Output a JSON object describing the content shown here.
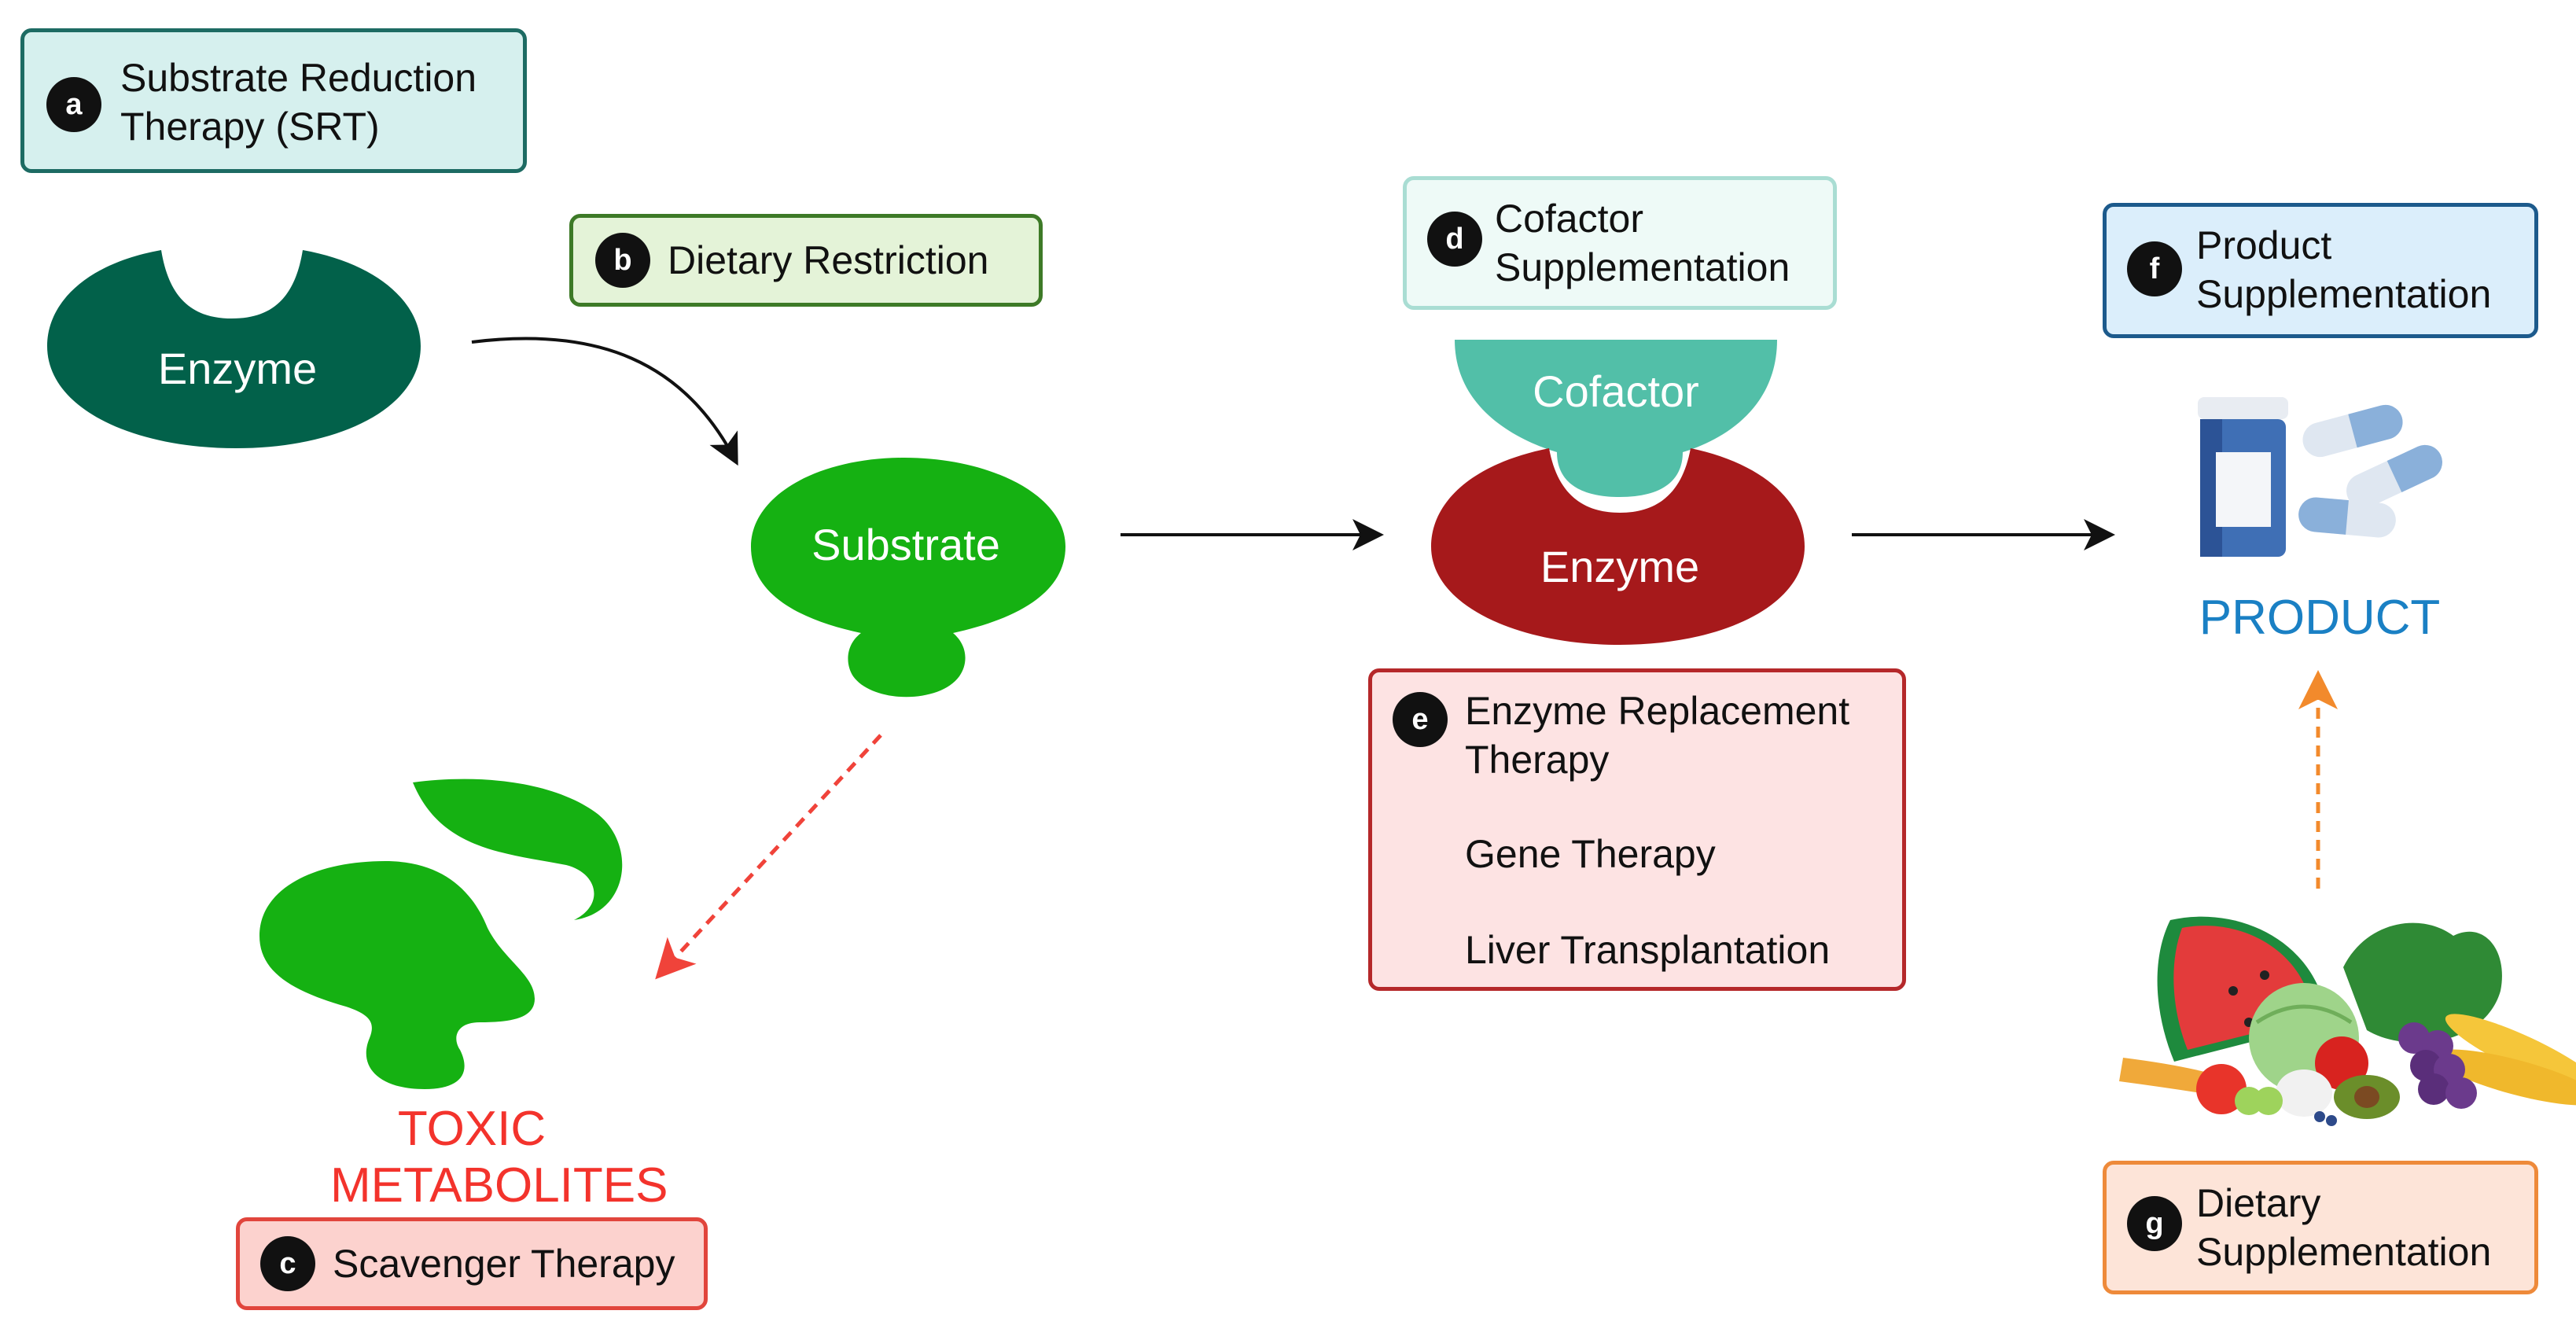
{
  "boxes": {
    "a": {
      "badge": "a",
      "lines": [
        "Substrate Reduction",
        "Therapy (SRT)"
      ]
    },
    "b": {
      "badge": "b",
      "lines": [
        "Dietary Restriction"
      ]
    },
    "c": {
      "badge": "c",
      "lines": [
        "Scavenger Therapy"
      ]
    },
    "d": {
      "badge": "d",
      "lines": [
        "Cofactor",
        "Supplementation"
      ]
    },
    "e": {
      "badge": "e",
      "lines": [
        "Enzyme Replacement",
        "Therapy",
        "Gene Therapy",
        "Liver Transplantation"
      ]
    },
    "f": {
      "badge": "f",
      "lines": [
        "Product",
        "Supplementation"
      ]
    },
    "g": {
      "badge": "g",
      "lines": [
        "Dietary",
        "Supplementation"
      ]
    }
  },
  "shapes": {
    "enzyme1": "Enzyme",
    "substrate": "Substrate",
    "cofactor": "Cofactor",
    "enzyme2": "Enzyme"
  },
  "labels": {
    "toxic_line1": "TOXIC",
    "toxic_line2": "METABOLITES",
    "product": "PRODUCT"
  },
  "colors": {
    "enzyme_dark_green": "#02614a",
    "substrate_green": "#15b112",
    "cofactor_teal": "#52bfa8",
    "enzyme_red": "#a6191b",
    "toxic_red": "#f3332c",
    "product_blue": "#1a80c4",
    "dashed_red": "#f0433a",
    "dashed_orange": "#f28a2c"
  }
}
